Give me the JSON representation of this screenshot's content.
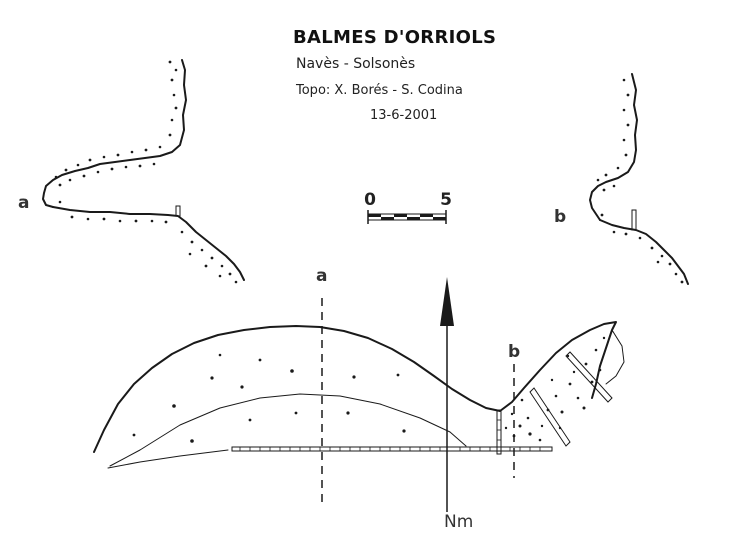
{
  "header": {
    "title": "BALMES D'ORRIOLS",
    "location": "Navès - Solsonès",
    "topo": "Topo: X. Borés - S. Codina",
    "date": "13-6-2001"
  },
  "scale": {
    "min_label": "0",
    "max_label": "5"
  },
  "sections": {
    "a_label_left": "a",
    "b_label_right": "b",
    "a_label_plan": "a",
    "b_label_plan": "b"
  },
  "north": {
    "label": "Nm"
  },
  "colors": {
    "ink": "#1a1a1a",
    "paper": "#ffffff"
  }
}
